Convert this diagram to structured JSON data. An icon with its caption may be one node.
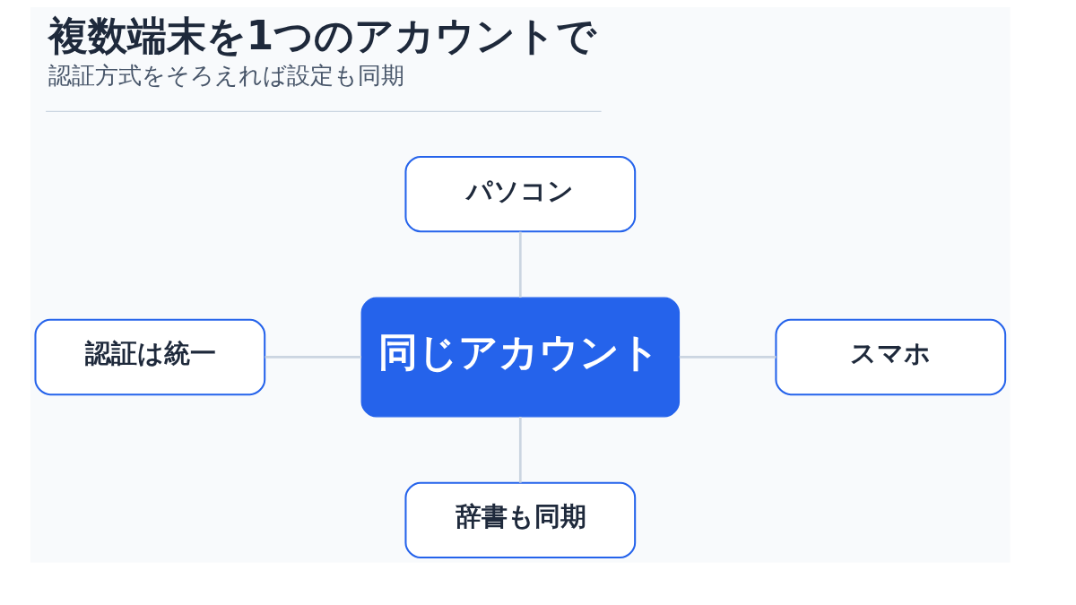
{
  "diagram": {
    "title": "複数端末を1つのアカウントで",
    "caption": "認証方式をそろえれば設定も同期",
    "nodes": [
      {
        "text": [
          "パソコン"
        ]
      },
      {
        "text": [
          "認証は統一"
        ]
      },
      {
        "text": [
          "同じアカウント"
        ]
      },
      {
        "text": [
          "スマホ"
        ]
      },
      {
        "text": [
          "辞書も同期"
        ]
      }
    ],
    "edges": [
      {
        "from": 0,
        "to": 2,
        "arrow": "none"
      },
      {
        "from": 1,
        "to": 2,
        "arrow": "none"
      },
      {
        "from": 2,
        "to": 3,
        "arrow": "none"
      },
      {
        "from": 2,
        "to": 4,
        "arrow": "none"
      }
    ]
  }
}
